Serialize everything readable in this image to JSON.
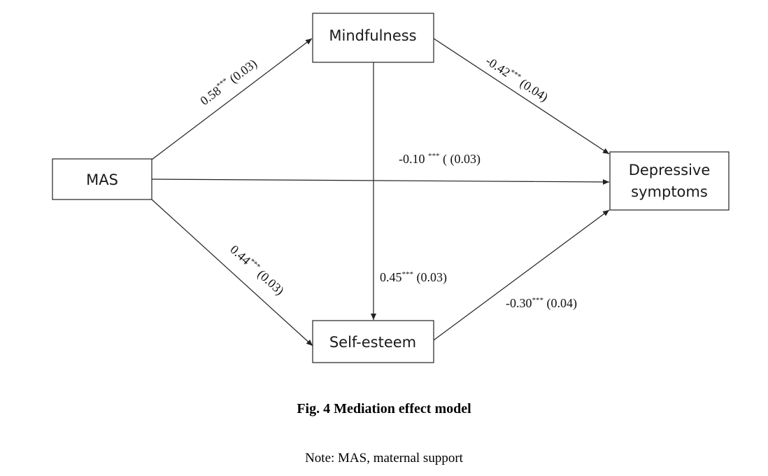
{
  "nodes": {
    "mas": "MAS",
    "mindfulness": "Mindfulness",
    "self_esteem": "Self-esteem",
    "depressive_line1": "Depressive",
    "depressive_line2": "symptoms"
  },
  "edges": {
    "mas_to_mindfulness": {
      "coef": "0.58",
      "sig": "***",
      "se": " (0.03)"
    },
    "mindfulness_to_depressive": {
      "coef": "-0.42",
      "sig": "***",
      "se": " (0.04)"
    },
    "mas_to_depressive": {
      "coef": "-0.10 ",
      "sig": "***",
      "se": " ( (0.03)"
    },
    "mindfulness_to_self_esteem": {
      "coef": "0.45",
      "sig": "***",
      "se": " (0.03)"
    },
    "mas_to_self_esteem": {
      "coef": "0.44",
      "sig": "***",
      "se": " (0.03)"
    },
    "self_esteem_to_depressive": {
      "coef": "-0.30",
      "sig": "***",
      "se": " (0.04)"
    }
  },
  "caption": "Fig. 4 Mediation effect model",
  "note": "Note: MAS, maternal support"
}
